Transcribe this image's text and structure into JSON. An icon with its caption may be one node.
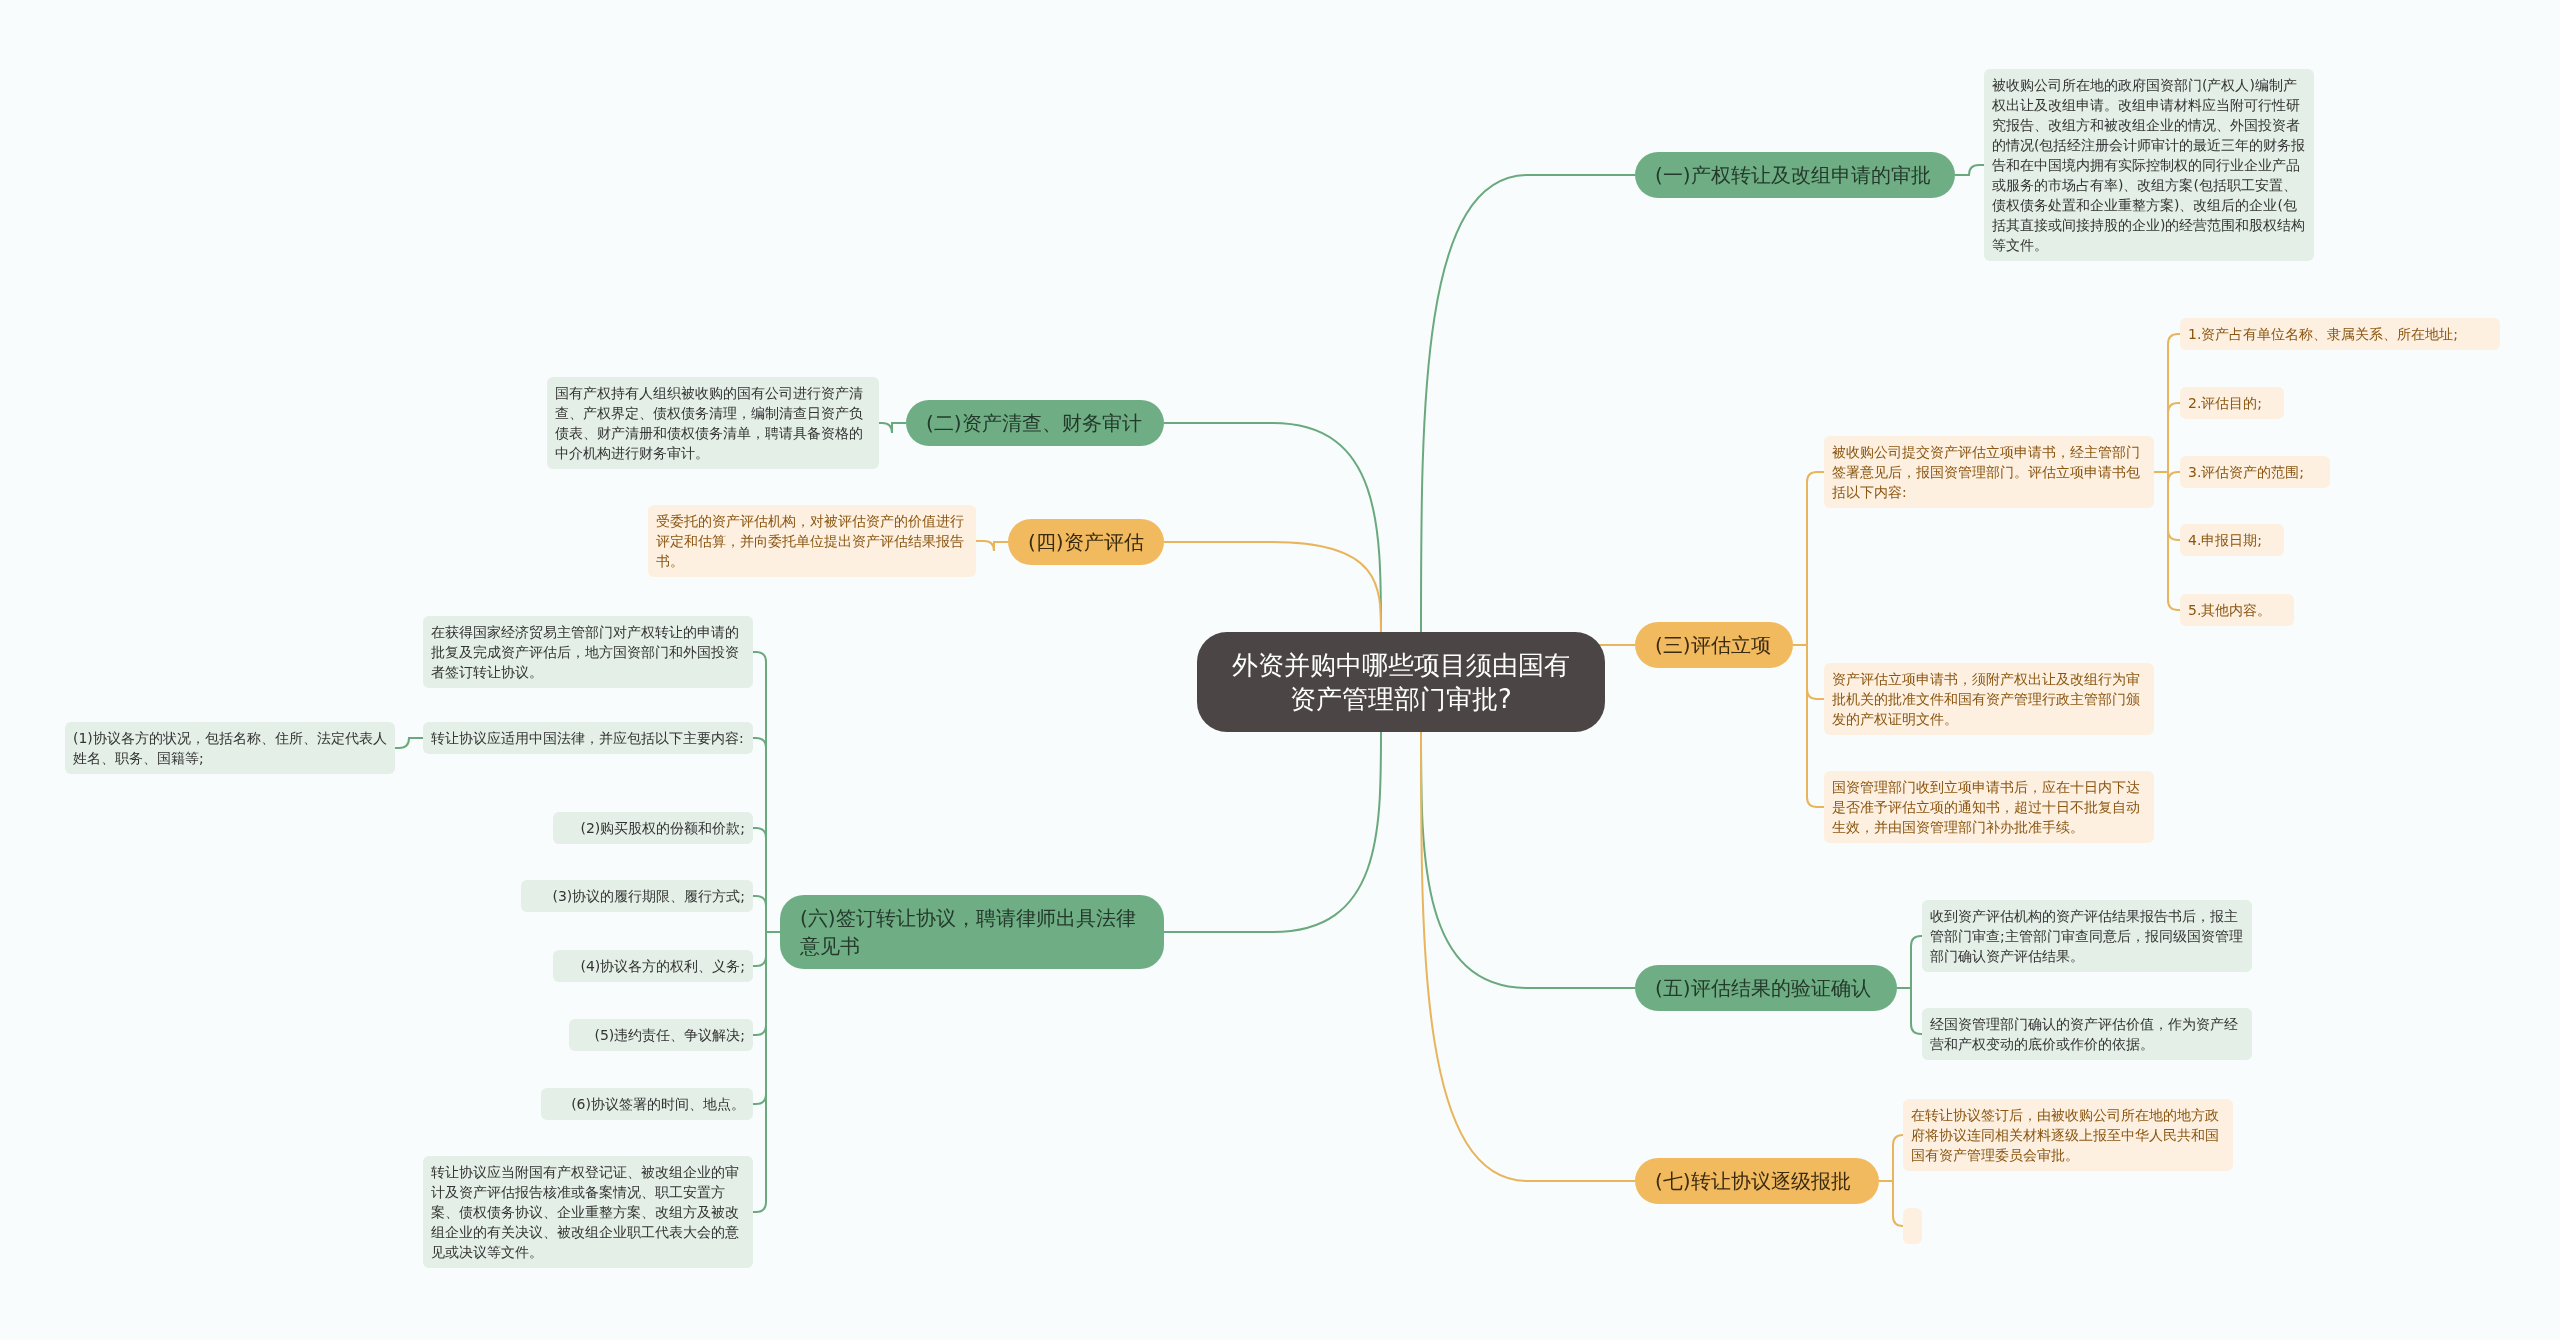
{
  "diagram": {
    "nodes": [
      {
        "text": [
          "外资并购中哪些项目须由国有资产管理部门审批?"
        ]
      },
      {
        "text": [
          "(一)产权转让及改组申请的审批"
        ]
      },
      {
        "text": [
          "被收购公司所在地的政府国资部门(产权人)编制产权出让及改组申请。改组申请材料应当附可行性研究报告、改组方和被改组企业的情况、外国投资者的情况(包括经注册会计师审计的最近三年的财务报告和在中国境内拥有实际控制权的同行业企业产品或服务的市场占有率)、改组方案(包括职工安置、债权债务处置和企业重整方案)、改组后的企业(包括其直接或间接持股的企业)的经营范围和股权结构等文件。"
        ]
      },
      {
        "text": [
          "(二)资产清查、财务审计"
        ]
      },
      {
        "text": [
          "国有产权持有人组织被收购的国有公司进行资产清查、产权界定、债权债务清理，编制清查日资产负债表、财产清册和债权债务清单，聘请具备资格的中介机构进行财务审计。"
        ]
      },
      {
        "text": [
          "(四)资产评估"
        ]
      },
      {
        "text": [
          "受委托的资产评估机构，对被评估资产的价值进行评定和估算，并向委托单位提出资产评估结果报告书。"
        ]
      },
      {
        "text": [
          "(三)评估立项"
        ]
      },
      {
        "text": [
          "被收购公司提交资产评估立项申请书，经主管部门签署意见后，报国资管理部门。评估立项申请书包括以下内容:"
        ]
      },
      {
        "text": [
          "1.资产占有单位名称、隶属关系、所在地址;"
        ]
      },
      {
        "text": [
          "2.评估目的;"
        ]
      },
      {
        "text": [
          "3.评估资产的范围;"
        ]
      },
      {
        "text": [
          "4.申报日期;"
        ]
      },
      {
        "text": [
          "5.其他内容。"
        ]
      },
      {
        "text": [
          "资产评估立项申请书，须附产权出让及改组行为审批机关的批准文件和国有资产管理行政主管部门颁发的产权证明文件。"
        ]
      },
      {
        "text": [
          "国资管理部门收到立项申请书后，应在十日内下达是否准予评估立项的通知书，超过十日不批复自动生效，并由国资管理部门补办批准手续。"
        ]
      },
      {
        "text": [
          "(五)评估结果的验证确认"
        ]
      },
      {
        "text": [
          "收到资产评估机构的资产评估结果报告书后，报主管部门审查;主管部门审查同意后，报同级国资管理部门确认资产评估结果。"
        ]
      },
      {
        "text": [
          "经国资管理部门确认的资产评估价值，作为资产经营和产权变动的底价或作价的依据。"
        ]
      },
      {
        "text": [
          "(七)转让协议逐级报批"
        ]
      },
      {
        "text": [
          "在转让协议签订后，由被收购公司所在地的地方政府将协议连同相关材料逐级上报至中华人民共和国国有资产管理委员会审批。"
        ]
      },
      {
        "text": [],
        "shape": "box"
      },
      {
        "text": [
          "(六)签订转让协议，聘请律师出具法律意见书"
        ]
      },
      {
        "text": [
          "在获得国家经济贸易主管部门对产权转让的申请的批复及完成资产评估后，地方国资部门和外国投资者签订转让协议。"
        ]
      },
      {
        "text": [
          "转让协议应适用中国法律，并应包括以下主要内容:"
        ]
      },
      {
        "text": [
          "(1)协议各方的状况，包括名称、住所、法定代表人姓名、职务、国籍等;"
        ]
      },
      {
        "text": [
          "(2)购买股权的份额和价款;"
        ]
      },
      {
        "text": [
          "(3)协议的履行期限、履行方式;"
        ]
      },
      {
        "text": [
          "(4)协议各方的权利、义务;"
        ]
      },
      {
        "text": [
          "(5)违约责任、争议解决;"
        ]
      },
      {
        "text": [
          "(6)协议签署的时间、地点。"
        ]
      },
      {
        "text": [
          "转让协议应当附国有产权登记证、被改组企业的审计及资产评估报告核准或备案情况、职工安置方案、债权债务协议、企业重整方案、改组方及被改组企业的有关决议、被改组企业职工代表大会的意见或决议等文件。"
        ]
      }
    ],
    "edges": [
      {
        "from": 0,
        "to": 1,
        "arrow": "none"
      },
      {
        "from": 1,
        "to": 2,
        "arrow": "none"
      },
      {
        "from": 0,
        "to": 3,
        "arrow": "none"
      },
      {
        "from": 3,
        "to": 4,
        "arrow": "none"
      },
      {
        "from": 0,
        "to": 5,
        "arrow": "none",
        "color": "#e8b45c"
      },
      {
        "from": 5,
        "to": 6,
        "arrow": "none",
        "color": "#e8b45c"
      },
      {
        "from": 0,
        "to": 7,
        "arrow": "none",
        "color": "#e8b45c"
      },
      {
        "from": 7,
        "to": 8,
        "arrow": "none",
        "color": "#e8b45c"
      },
      {
        "from": 8,
        "to": 9,
        "arrow": "none",
        "color": "#e8b45c"
      },
      {
        "from": 8,
        "to": 10,
        "arrow": "none",
        "color": "#e8b45c"
      },
      {
        "from": 8,
        "to": 11,
        "arrow": "none",
        "color": "#e8b45c"
      },
      {
        "from": 8,
        "to": 12,
        "arrow": "none",
        "color": "#e8b45c"
      },
      {
        "from": 8,
        "to": 13,
        "arrow": "none",
        "color": "#e8b45c"
      },
      {
        "from": 7,
        "to": 14,
        "arrow": "none",
        "color": "#e8b45c"
      },
      {
        "from": 7,
        "to": 15,
        "arrow": "none",
        "color": "#e8b45c"
      },
      {
        "from": 0,
        "to": 16,
        "arrow": "none"
      },
      {
        "from": 16,
        "to": 17,
        "arrow": "none"
      },
      {
        "from": 16,
        "to": 18,
        "arrow": "none"
      },
      {
        "from": 0,
        "to": 19,
        "arrow": "none",
        "color": "#e8b45c"
      },
      {
        "from": 19,
        "to": 20,
        "arrow": "none",
        "color": "#e8b45c"
      },
      {
        "from": 19,
        "to": 21,
        "arrow": "none",
        "color": "#e8b45c"
      },
      {
        "from": 0,
        "to": 22,
        "arrow": "none"
      },
      {
        "from": 22,
        "to": 23,
        "arrow": "none"
      },
      {
        "from": 22,
        "to": 24,
        "arrow": "none"
      },
      {
        "from": 24,
        "to": 25,
        "arrow": "none"
      },
      {
        "from": 22,
        "to": 26,
        "arrow": "none"
      },
      {
        "from": 22,
        "to": 27,
        "arrow": "none"
      },
      {
        "from": 22,
        "to": 28,
        "arrow": "none"
      },
      {
        "from": 22,
        "to": 29,
        "arrow": "none"
      },
      {
        "from": 22,
        "to": 30,
        "arrow": "none"
      },
      {
        "from": 22,
        "to": 31,
        "arrow": "none"
      }
    ]
  }
}
